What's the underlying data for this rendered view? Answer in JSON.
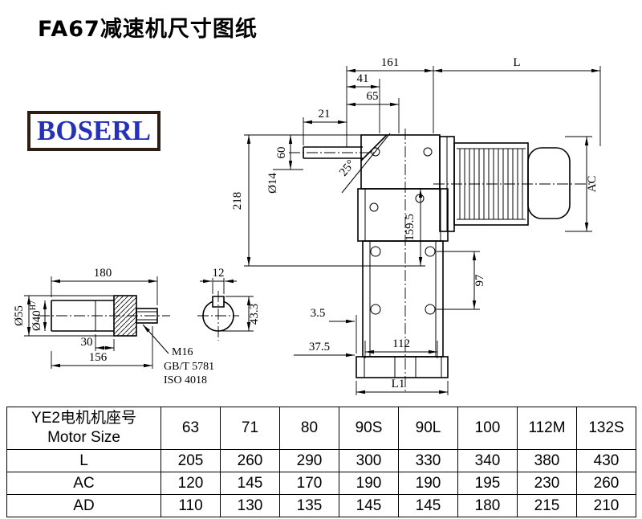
{
  "title": "FA67减速机尺寸图纸",
  "logo": {
    "text": "BOSERL"
  },
  "drawing": {
    "dims": {
      "d161": "161",
      "dL": "L",
      "d41": "41",
      "d65": "65",
      "d21": "21",
      "d60": "60",
      "d14": "Ø14",
      "d218": "218",
      "angle": "25°",
      "d159_5": "159.5",
      "dAC": "AC",
      "d97": "97",
      "d3_5": "3.5",
      "d37_5": "37.5",
      "d112": "112",
      "dL1": "L1",
      "d180": "180",
      "d12": "12",
      "d55": "Ø55",
      "d40": "Ø40",
      "d40tol": "H7",
      "d30": "30",
      "d156": "156",
      "m16": "M16",
      "gb": "GB/T 5781",
      "iso": "ISO 4018",
      "d43_3": "43.3"
    }
  },
  "table": {
    "header": {
      "line1": "YE2电机机座号",
      "line2": "Motor Size"
    },
    "sizes": [
      "63",
      "71",
      "80",
      "90S",
      "90L",
      "100",
      "112M",
      "132S"
    ],
    "rows": [
      {
        "label": "L",
        "values": [
          "205",
          "260",
          "290",
          "300",
          "330",
          "340",
          "380",
          "430"
        ]
      },
      {
        "label": "AC",
        "values": [
          "120",
          "145",
          "170",
          "190",
          "190",
          "195",
          "230",
          "260"
        ]
      },
      {
        "label": "AD",
        "values": [
          "110",
          "130",
          "135",
          "145",
          "145",
          "180",
          "215",
          "210"
        ]
      }
    ]
  }
}
